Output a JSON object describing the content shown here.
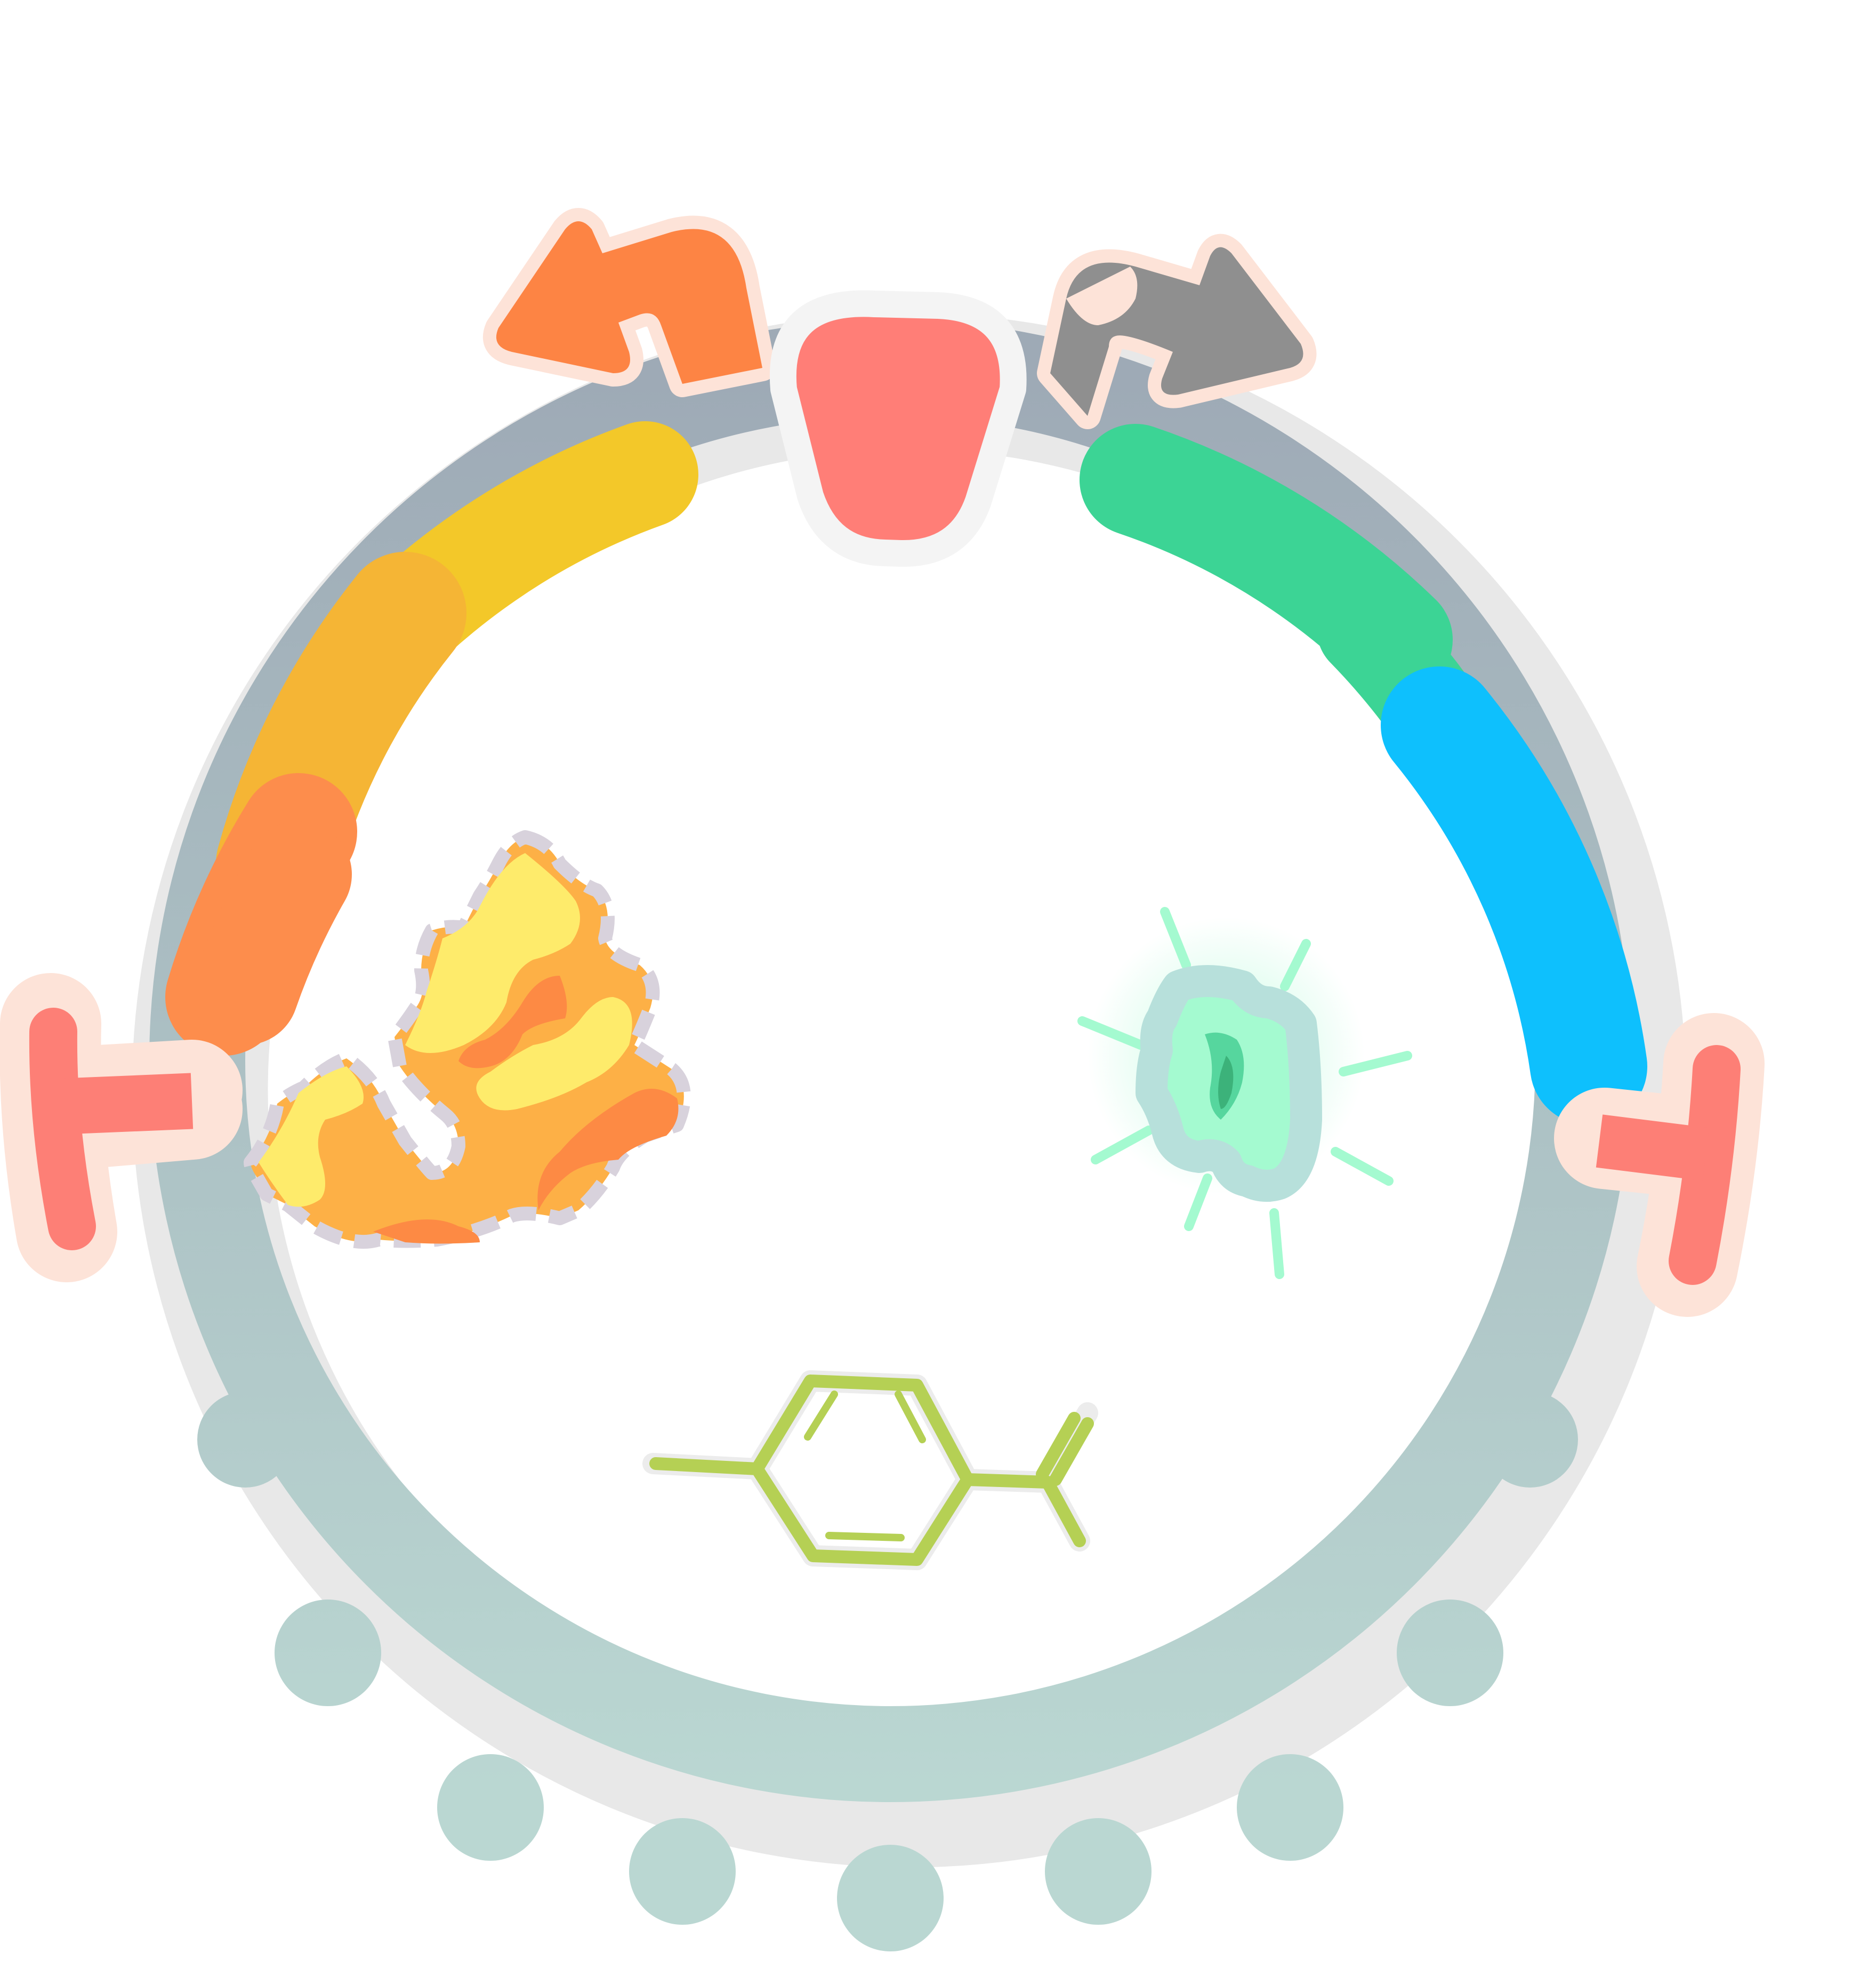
{
  "diagram": {
    "kind": "plasmid-map",
    "title": "",
    "text_labels": [],
    "colors": {
      "background": "#ffffff",
      "shadow": "#e8e8e8",
      "backbone_top": "#9eaab6",
      "backbone_bottom": "#bad7d2",
      "promoter_outline": "#fde3d8",
      "terminator": "#fd7f76",
      "central_node": "#ff7e77"
    },
    "features": [
      {
        "name": "promoter-arrow-left",
        "color": "#fd8444",
        "shape": "bent-arrow"
      },
      {
        "name": "promoter-arrow-right",
        "color": "#8f8f8f",
        "shape": "bent-arrow"
      },
      {
        "name": "origin-node",
        "color": "#ff7e77",
        "shape": "rounded-trapezoid"
      },
      {
        "name": "segment-yellow",
        "color": "#f3c829",
        "shape": "arc-segment"
      },
      {
        "name": "segment-amber",
        "color": "#f5b535",
        "shape": "arc-segment"
      },
      {
        "name": "segment-orange",
        "color": "#fd8d4c",
        "shape": "arc-segment"
      },
      {
        "name": "segment-green",
        "color": "#3cd495",
        "shape": "arc-segment"
      },
      {
        "name": "segment-blue",
        "color": "#0ec0fd",
        "shape": "arc-segment"
      },
      {
        "name": "terminator-left",
        "color": "#fd7f76",
        "shape": "t-bar"
      },
      {
        "name": "terminator-right",
        "color": "#fd7f76",
        "shape": "t-bar"
      },
      {
        "name": "protein-blob",
        "colors": [
          "#fdb046",
          "#fec95a",
          "#feeb6b",
          "#fd8a44"
        ],
        "shape": "blob"
      },
      {
        "name": "fluorescent-protein",
        "colors": [
          "#b7e0db",
          "#a4fad0",
          "#56d69e",
          "#3cb27a"
        ],
        "shape": "glowing-blob"
      },
      {
        "name": "small-molecule",
        "color": "#b5d054",
        "shape": "benzene-ring"
      }
    ]
  }
}
